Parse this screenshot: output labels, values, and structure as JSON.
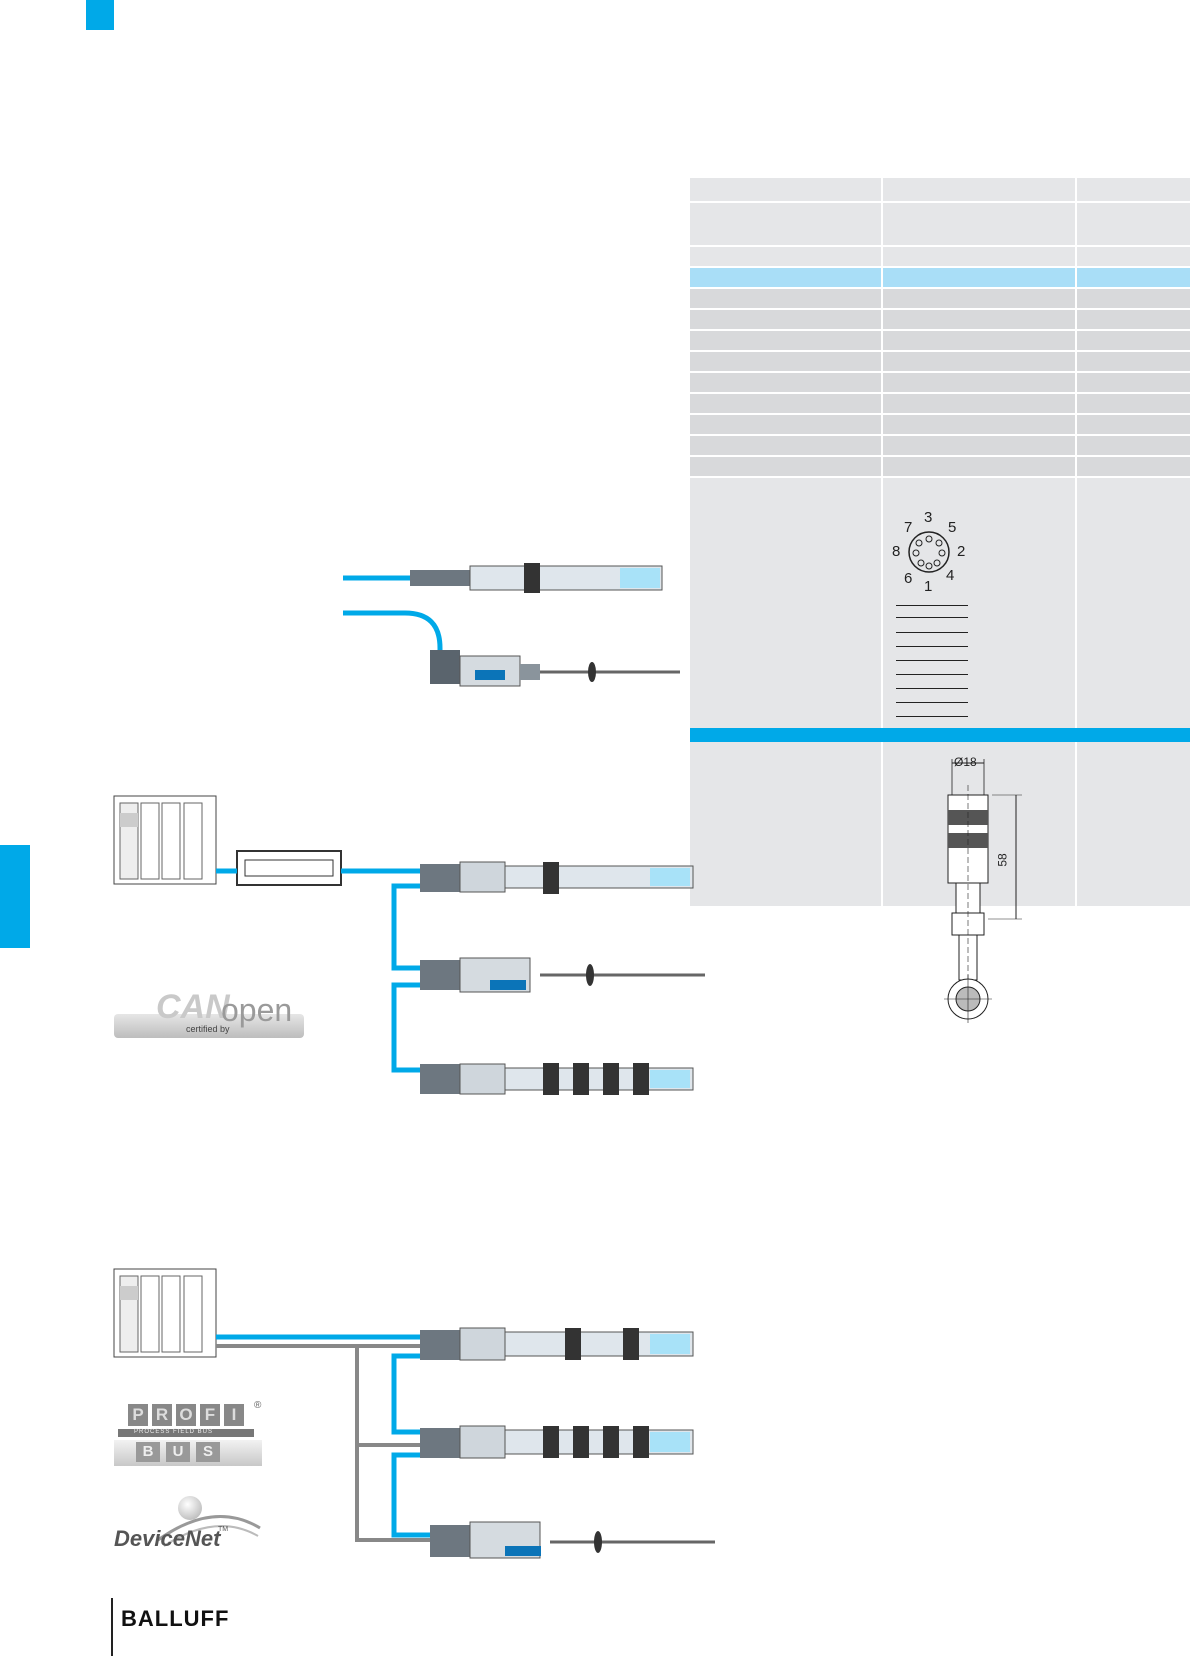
{
  "brand": {
    "name": "BALLUFF",
    "accent_color": "#00a9e8"
  },
  "connector": {
    "pins": [
      "3",
      "7",
      "5",
      "8",
      "2",
      "6",
      "4",
      "1"
    ],
    "dimensions": {
      "diameter": "Ø18",
      "length": "58"
    }
  },
  "logos": {
    "canopen": {
      "main_can": "CAN",
      "main_open": "open",
      "sub": "certified by"
    },
    "profibus": {
      "top": [
        "P",
        "R",
        "O",
        "F",
        "I"
      ],
      "middle": "PROCESS FIELD BUS",
      "bottom": [
        "B",
        "U",
        "S"
      ],
      "mark": "®"
    },
    "devicenet": {
      "name": "DeviceNet",
      "mark": "TM"
    }
  },
  "icons": {
    "controller": "plc-rack-icon",
    "sensor": "linear-transducer-icon"
  }
}
